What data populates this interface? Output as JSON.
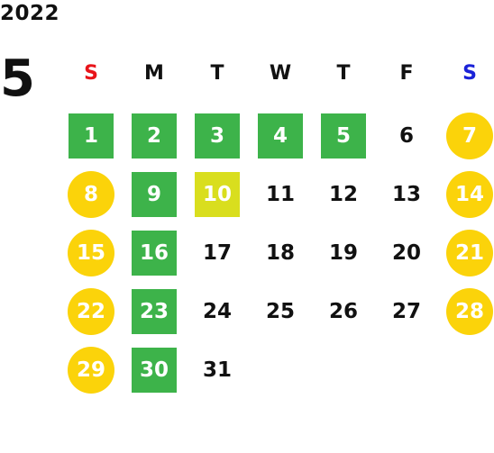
{
  "header": {
    "year": "2022",
    "month": "5"
  },
  "colors": {
    "sunday_label": "#e8141a",
    "saturday_label": "#1a22d8",
    "weekday_label": "#111111",
    "event_green": "#3db34a",
    "today_lime": "#d9de1e",
    "holiday_yellow": "#fbd30a"
  },
  "weekdays": [
    "S",
    "M",
    "T",
    "W",
    "T",
    "F",
    "S"
  ],
  "weeks": [
    [
      {
        "day": "1",
        "style": "green"
      },
      {
        "day": "2",
        "style": "green"
      },
      {
        "day": "3",
        "style": "green"
      },
      {
        "day": "4",
        "style": "green"
      },
      {
        "day": "5",
        "style": "green"
      },
      {
        "day": "6",
        "style": "plain"
      },
      {
        "day": "7",
        "style": "circle"
      }
    ],
    [
      {
        "day": "8",
        "style": "circle"
      },
      {
        "day": "9",
        "style": "green"
      },
      {
        "day": "10",
        "style": "lime"
      },
      {
        "day": "11",
        "style": "plain"
      },
      {
        "day": "12",
        "style": "plain"
      },
      {
        "day": "13",
        "style": "plain"
      },
      {
        "day": "14",
        "style": "circle"
      }
    ],
    [
      {
        "day": "15",
        "style": "circle"
      },
      {
        "day": "16",
        "style": "green"
      },
      {
        "day": "17",
        "style": "plain"
      },
      {
        "day": "18",
        "style": "plain"
      },
      {
        "day": "19",
        "style": "plain"
      },
      {
        "day": "20",
        "style": "plain"
      },
      {
        "day": "21",
        "style": "circle"
      }
    ],
    [
      {
        "day": "22",
        "style": "circle"
      },
      {
        "day": "23",
        "style": "green"
      },
      {
        "day": "24",
        "style": "plain"
      },
      {
        "day": "25",
        "style": "plain"
      },
      {
        "day": "26",
        "style": "plain"
      },
      {
        "day": "27",
        "style": "plain"
      },
      {
        "day": "28",
        "style": "circle"
      }
    ],
    [
      {
        "day": "29",
        "style": "circle"
      },
      {
        "day": "30",
        "style": "green"
      },
      {
        "day": "31",
        "style": "plain"
      }
    ]
  ]
}
